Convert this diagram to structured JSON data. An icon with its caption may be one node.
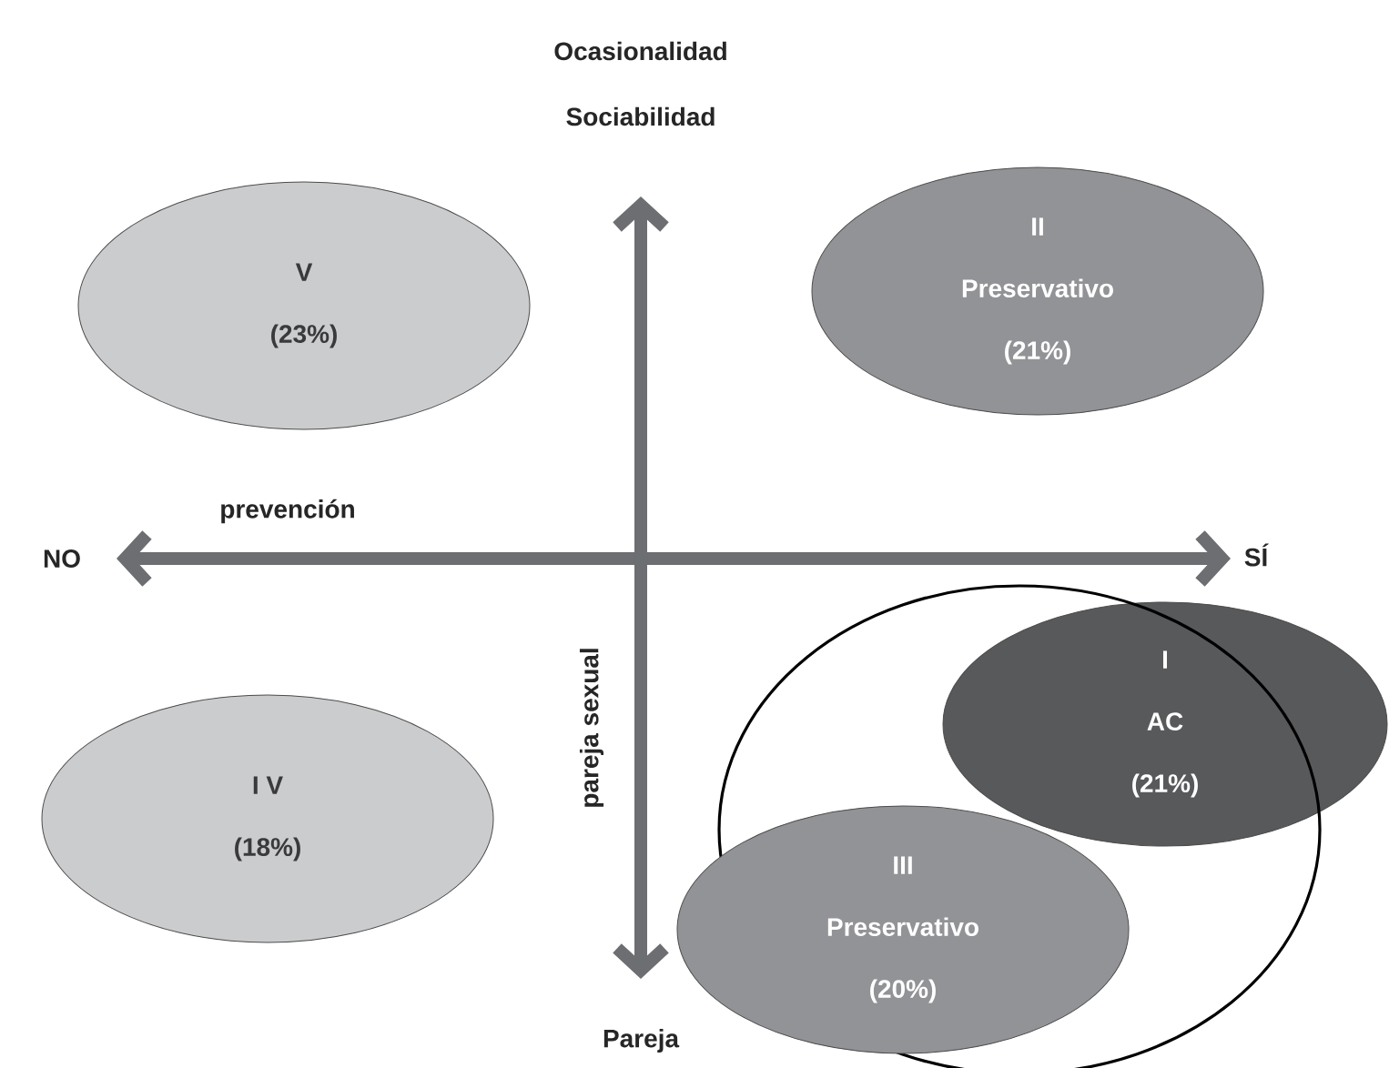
{
  "diagram": {
    "nodes": [
      {
        "text": [
          "V",
          "(23%)"
        ]
      },
      {
        "text": [
          "II",
          "Preservativo",
          "(21%)"
        ]
      },
      {
        "text": [
          "I",
          "AC",
          "(21%)"
        ]
      },
      {
        "text": [
          "I V",
          "(18%)"
        ]
      },
      {
        "text": [],
        "shape": "ellipse"
      },
      {
        "text": [
          "III",
          "Preservativo",
          "(20%)"
        ]
      }
    ],
    "labels": [
      "Ocasionalidad",
      "Sociabilidad",
      "prevención",
      "NO",
      "SÍ",
      "pareja sexual",
      "Pareja"
    ]
  }
}
